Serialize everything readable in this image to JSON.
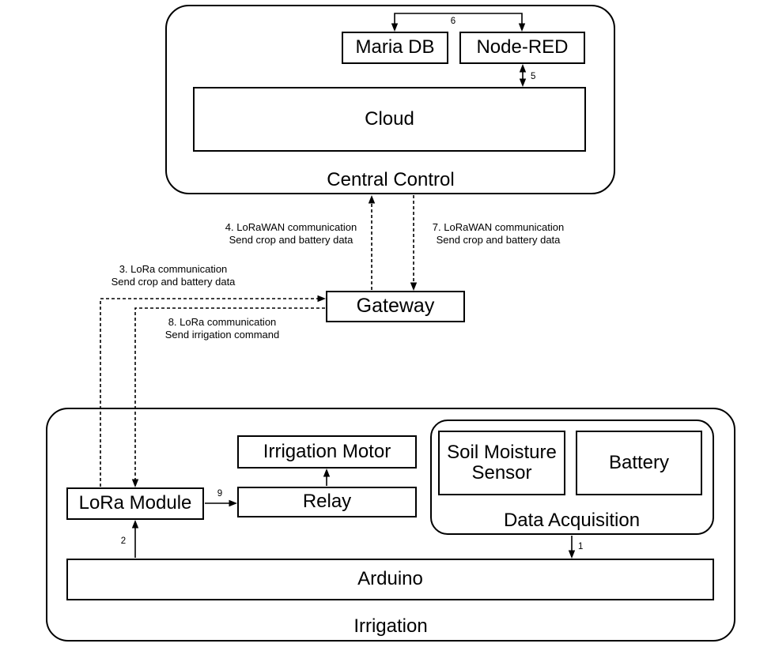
{
  "central_control": {
    "label": "Central Control",
    "maria_db": "Maria DB",
    "node_red": "Node-RED",
    "cloud": "Cloud"
  },
  "gateway": {
    "label": "Gateway"
  },
  "irrigation": {
    "label": "Irrigation",
    "lora_module": "LoRa Module",
    "relay": "Relay",
    "irrigation_motor": "Irrigation Motor",
    "arduino": "Arduino",
    "data_acquisition": {
      "label": "Data Acquisition",
      "soil_moisture_sensor": "Soil Moisture Sensor",
      "battery": "Battery"
    }
  },
  "edges": {
    "e1": {
      "number": "1"
    },
    "e2": {
      "number": "2"
    },
    "e5": {
      "number": "5"
    },
    "e6": {
      "number": "6"
    },
    "e9": {
      "number": "9"
    },
    "e3": {
      "line1": "3. LoRa communication",
      "line2": "Send crop and battery data"
    },
    "e4": {
      "line1": "4. LoRaWAN communication",
      "line2": "Send crop and battery data"
    },
    "e7": {
      "line1": "7. LoRaWAN communication",
      "line2": "Send crop and battery data"
    },
    "e8": {
      "line1": "8. LoRa communication",
      "line2": "Send irrigation command"
    }
  },
  "colors": {
    "stroke": "#000000",
    "background": "#ffffff"
  }
}
